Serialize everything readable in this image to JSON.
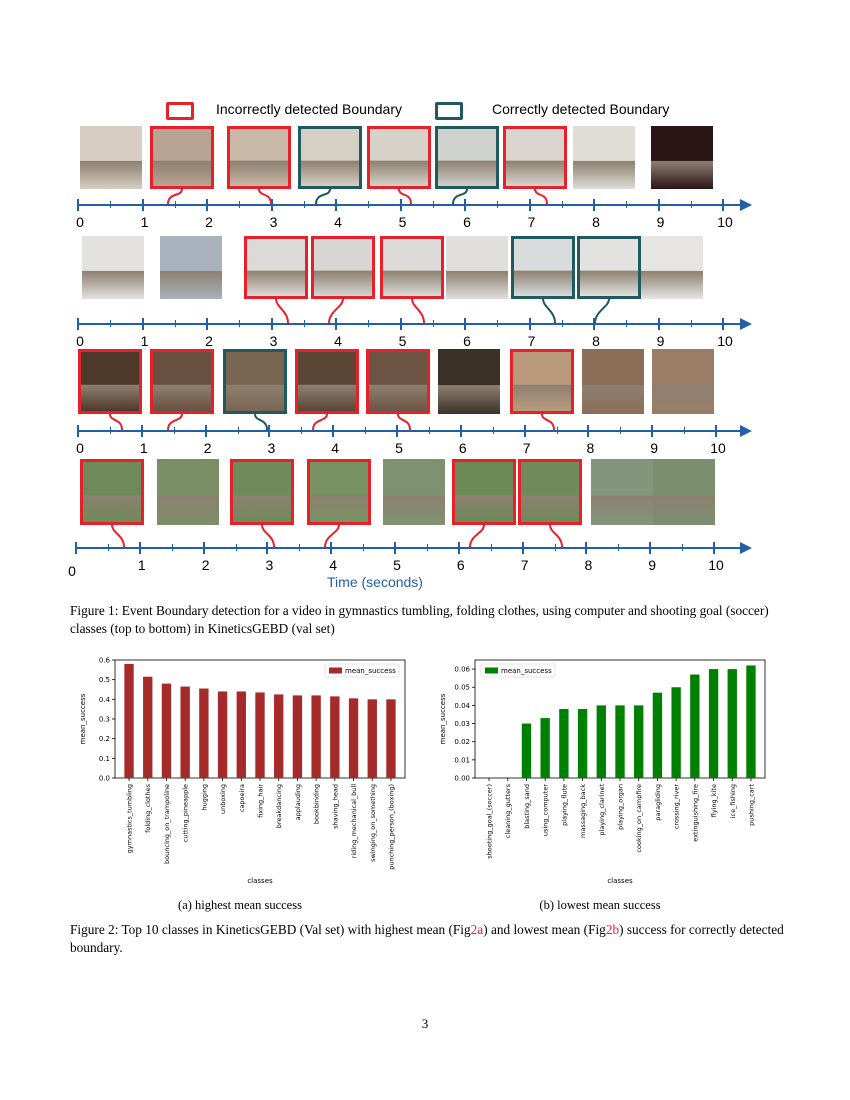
{
  "figure1": {
    "legend": {
      "incorrect": "Incorrectly detected Boundary",
      "correct": "Correctly detected Boundary"
    },
    "tick_labels": [
      "0",
      "1",
      "2",
      "3",
      "4",
      "5",
      "6",
      "7",
      "8",
      "9",
      "10"
    ],
    "xlabel": "Time (seconds)",
    "caption": "Figure 1: Event Boundary detection for a video in gymnastics tumbling, folding clothes, using computer and shooting goal (soccer) classes (top to bottom) in KineticsGEBD (val set)",
    "rows": [
      {
        "name": "gymnastics-tumbling",
        "frames": [
          "plain",
          "red",
          "red",
          "teal",
          "red",
          "teal",
          "red",
          "plain",
          "plain"
        ]
      },
      {
        "name": "folding-clothes",
        "frames": [
          "plain",
          "plain",
          "red",
          "red",
          "red",
          "plain",
          "teal",
          "teal",
          "plain"
        ]
      },
      {
        "name": "using-computer",
        "frames": [
          "red",
          "red",
          "teal",
          "red",
          "red",
          "plain",
          "red",
          "plain",
          "plain"
        ]
      },
      {
        "name": "shooting-goal",
        "frames": [
          "red",
          "plain",
          "red",
          "red",
          "plain",
          "red",
          "red",
          "plain",
          "plain"
        ]
      }
    ],
    "colors": {
      "incorrect": "#e8202a",
      "correct": "#1f5a5e",
      "axis": "#2160a8"
    }
  },
  "chart_data": [
    {
      "type": "bar",
      "categories": [
        "gymnastics_tumbling",
        "folding_clothes",
        "bouncing_on_trampoline",
        "cutting_pineapple",
        "hugging",
        "unboxing",
        "capoeira",
        "fixing_hair",
        "breakdancing",
        "applauding",
        "bookbinding",
        "shaving_head",
        "riding_mechanical_bull",
        "swinging_on_something",
        "punching_person_(boxing)"
      ],
      "values": [
        0.58,
        0.515,
        0.48,
        0.465,
        0.455,
        0.44,
        0.44,
        0.435,
        0.425,
        0.42,
        0.42,
        0.415,
        0.405,
        0.4,
        0.4
      ],
      "series_name": "mean_success",
      "xlabel": "classes",
      "ylabel": "mean_success",
      "ylim": [
        0,
        0.6
      ],
      "yticks": [
        "0.0",
        "0.1",
        "0.2",
        "0.3",
        "0.4",
        "0.5",
        "0.6"
      ],
      "color": "#a52a2a",
      "legend": "top-right"
    },
    {
      "type": "bar",
      "categories": [
        "shooting_goal_(soccer)",
        "cleaning_gutters",
        "blasting_sand",
        "using_computer",
        "playing_flute",
        "massaging_back",
        "playing_clarinet",
        "playing_organ",
        "cooking_on_campfire",
        "paragliding",
        "crossing_river",
        "extinguishing_fire",
        "flying_kite",
        "ice_fishing",
        "pushing_cart"
      ],
      "values": [
        0.0,
        0.0,
        0.03,
        0.033,
        0.038,
        0.038,
        0.04,
        0.04,
        0.04,
        0.047,
        0.05,
        0.057,
        0.06,
        0.06,
        0.062
      ],
      "series_name": "mean_success",
      "xlabel": "classes",
      "ylabel": "mean_success",
      "ylim": [
        0,
        0.065
      ],
      "yticks": [
        "0.00",
        "0.01",
        "0.02",
        "0.03",
        "0.04",
        "0.05",
        "0.06"
      ],
      "color": "#008000",
      "legend": "top-left"
    }
  ],
  "figure2": {
    "subcap_a": "(a) highest mean success",
    "subcap_b": "(b) lowest mean success",
    "caption_pre": "Figure 2: Top 10 classes in KineticsGEBD (Val set) with highest mean (Fig",
    "ref_a": "2a",
    "caption_mid": ") and lowest mean (Fig",
    "ref_b": "2b",
    "caption_post": ") success for correctly detected boundary."
  },
  "page_number": "3"
}
